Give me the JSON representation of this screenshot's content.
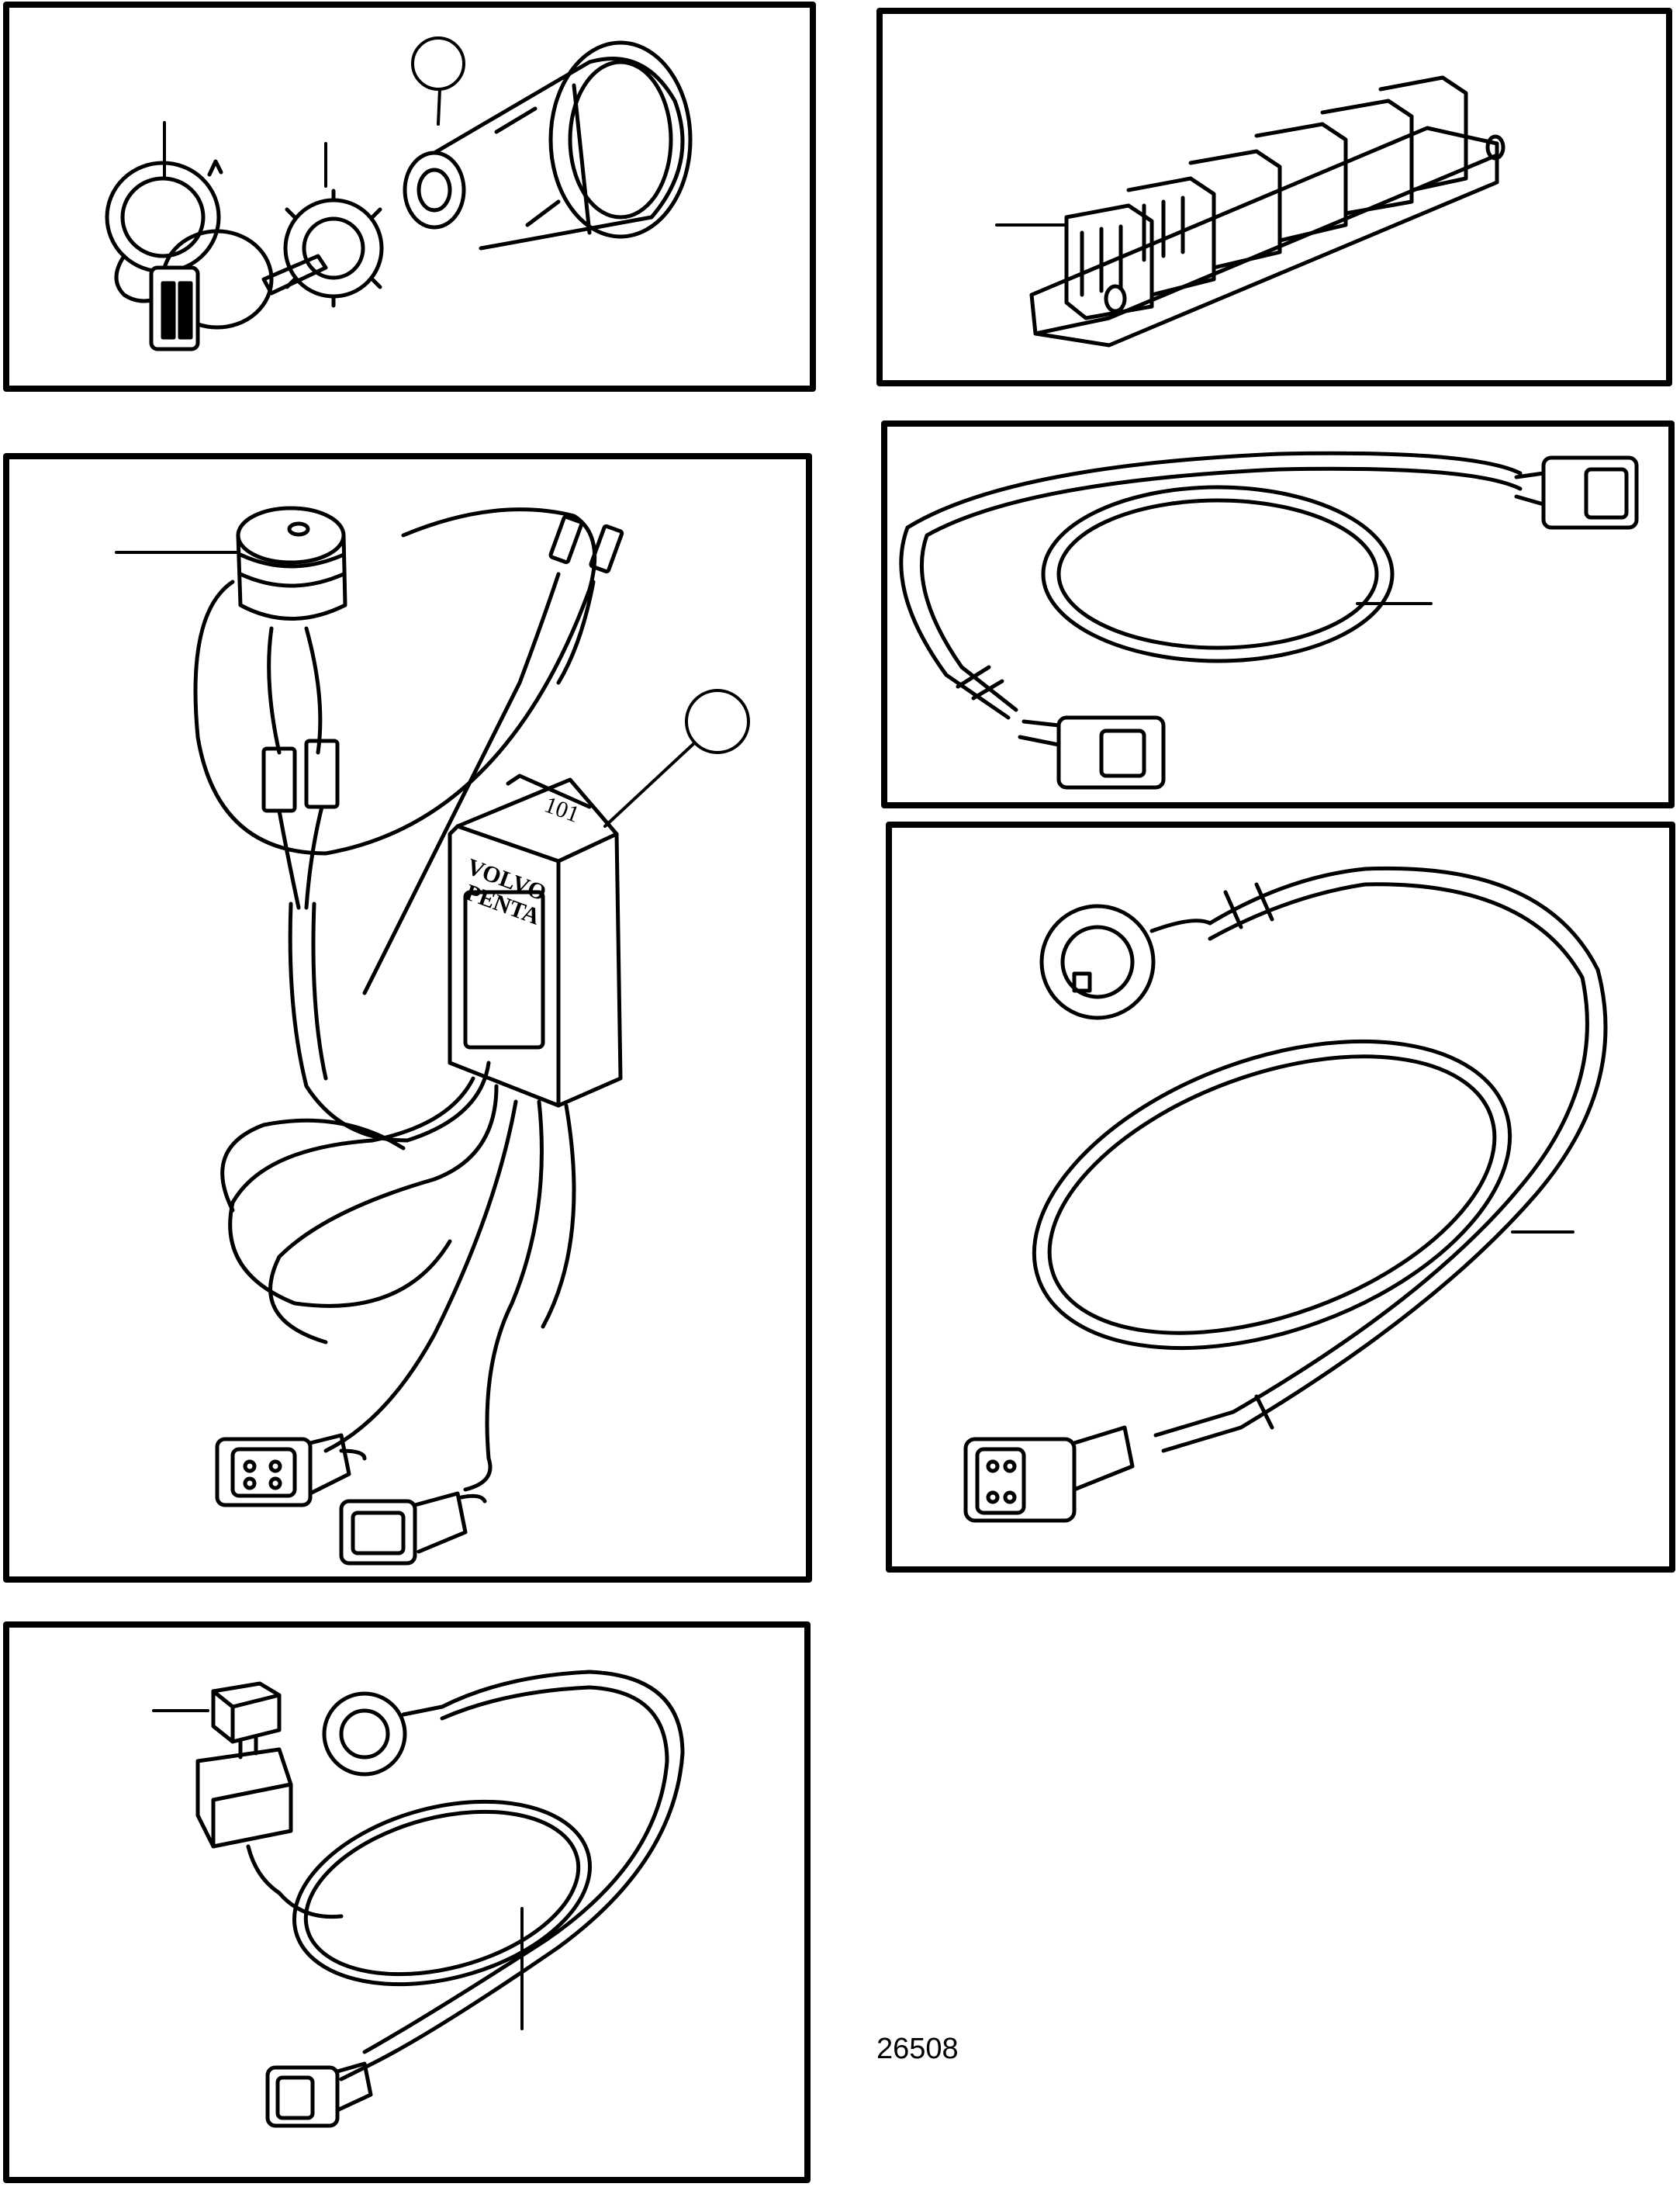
{
  "figure_number": "26508",
  "brand_label": {
    "line1": "VOLVO",
    "line2": "PENTA"
  },
  "module_marking": "101",
  "colors": {
    "line": "#000000",
    "paper": "#ffffff"
  }
}
